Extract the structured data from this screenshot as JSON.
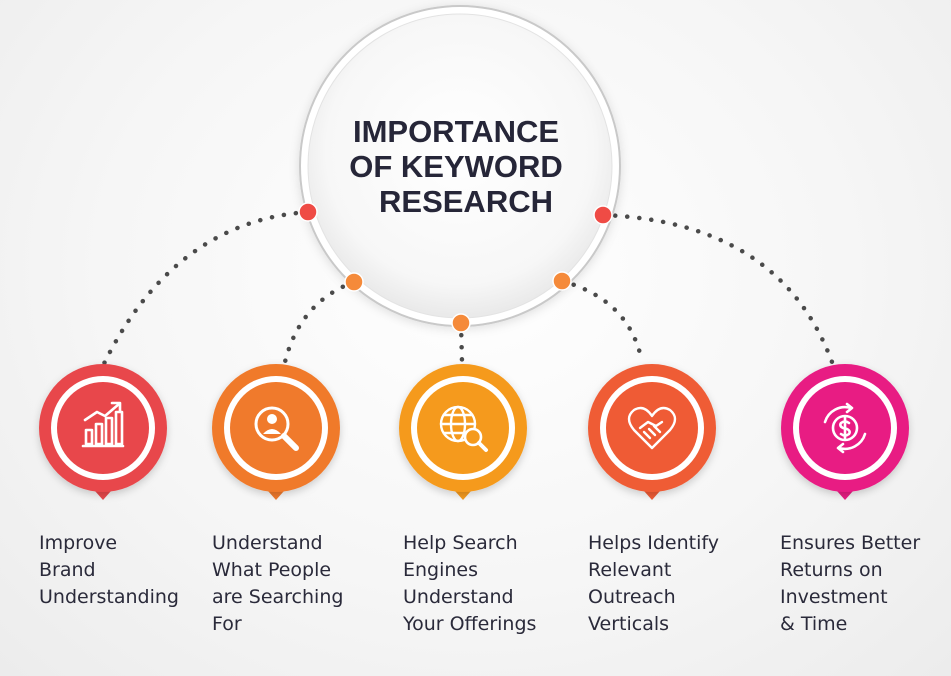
{
  "center": {
    "title_lines": [
      "IMPORTANCE",
      "OF KEYWORD",
      "RESEARCH"
    ]
  },
  "items": [
    {
      "icon": "bar-chart-growth-icon",
      "color": "#e8474b",
      "label_lines": [
        "Improve",
        "Brand",
        "Understanding"
      ]
    },
    {
      "icon": "person-magnifier-icon",
      "color": "#f07a2c",
      "label_lines": [
        "Understand",
        "What People",
        "are Searching",
        "For"
      ]
    },
    {
      "icon": "globe-search-icon",
      "color": "#f59a1d",
      "label_lines": [
        "Help Search",
        "Engines",
        "Understand",
        "Your Offerings"
      ]
    },
    {
      "icon": "heart-handshake-icon",
      "color": "#ef5b35",
      "label_lines": [
        "Helps Identify",
        "Relevant",
        "Outreach",
        "Verticals"
      ]
    },
    {
      "icon": "dollar-cycle-icon",
      "color": "#e81c83",
      "label_lines": [
        "Ensures Better",
        "Returns on",
        "Investment",
        "& Time"
      ]
    }
  ],
  "colors": {
    "connector_dots": "#4a4a4a",
    "title": "#262638",
    "label_text": "#2a2a3a",
    "node_red": "#ef4b45",
    "node_orange": "#f58a3a"
  }
}
